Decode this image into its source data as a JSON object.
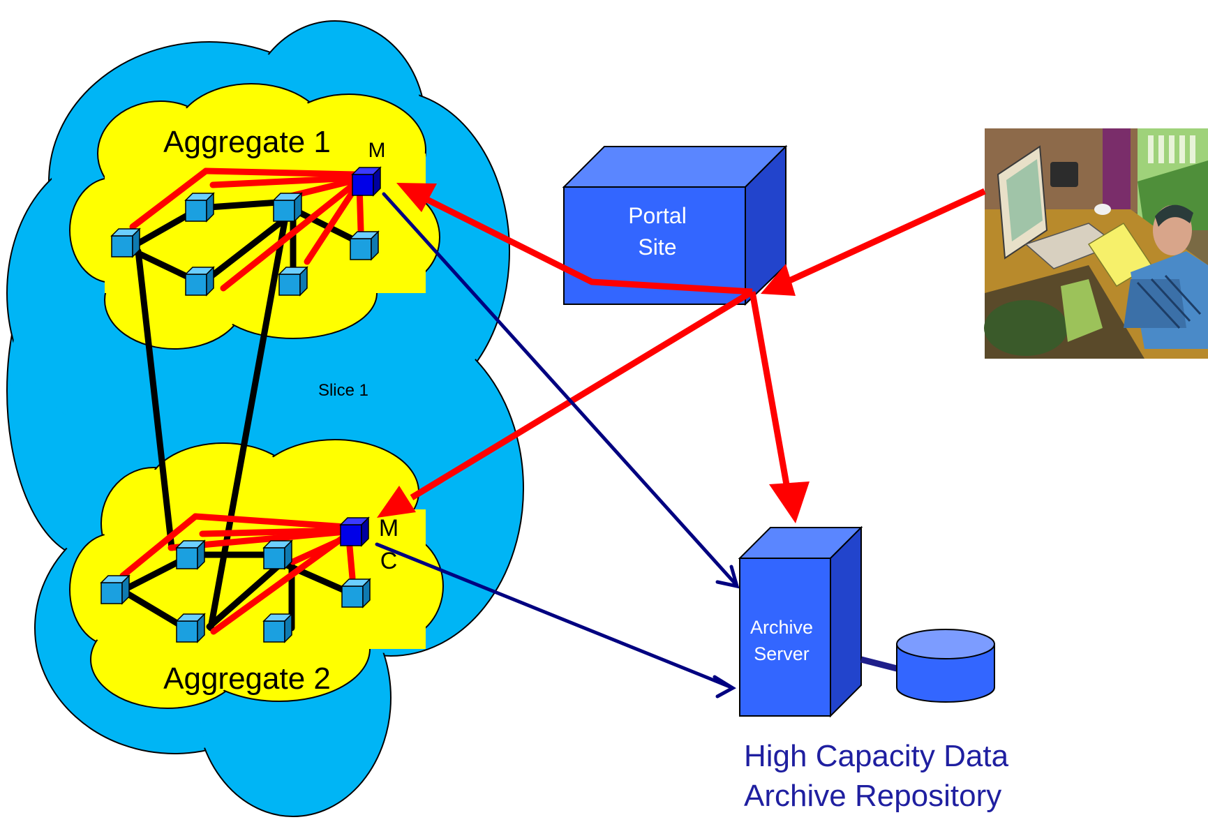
{
  "labels": {
    "aggregate_1": "Aggregate 1",
    "aggregate_2": "Aggregate 2",
    "slice": "Slice 1",
    "mc_top": "M",
    "mc_bottom_m": "M",
    "mc_bottom_c": "C",
    "portal_line1": "Portal",
    "portal_line2": "Site",
    "archive_line1": "Archive",
    "archive_line2": "Server",
    "repository_line1": "High Capacity Data",
    "repository_line2": "Archive Repository"
  },
  "colors": {
    "slice_cloud": "#00B5F5",
    "aggregate_cloud": "#FFFF00",
    "node": "#1BA0E0",
    "mc_node": "#0000E8",
    "box_front": "#3366FF",
    "box_top": "#5A86FF",
    "box_side": "#2244CC",
    "control_arrow": "#FF0000",
    "data_arrow": "#000080",
    "topology_link": "#000000",
    "repository_text": "#1F1FA0"
  },
  "icons": {
    "user": "user-at-workstation-clipart",
    "storage": "database-cylinder-icon"
  }
}
